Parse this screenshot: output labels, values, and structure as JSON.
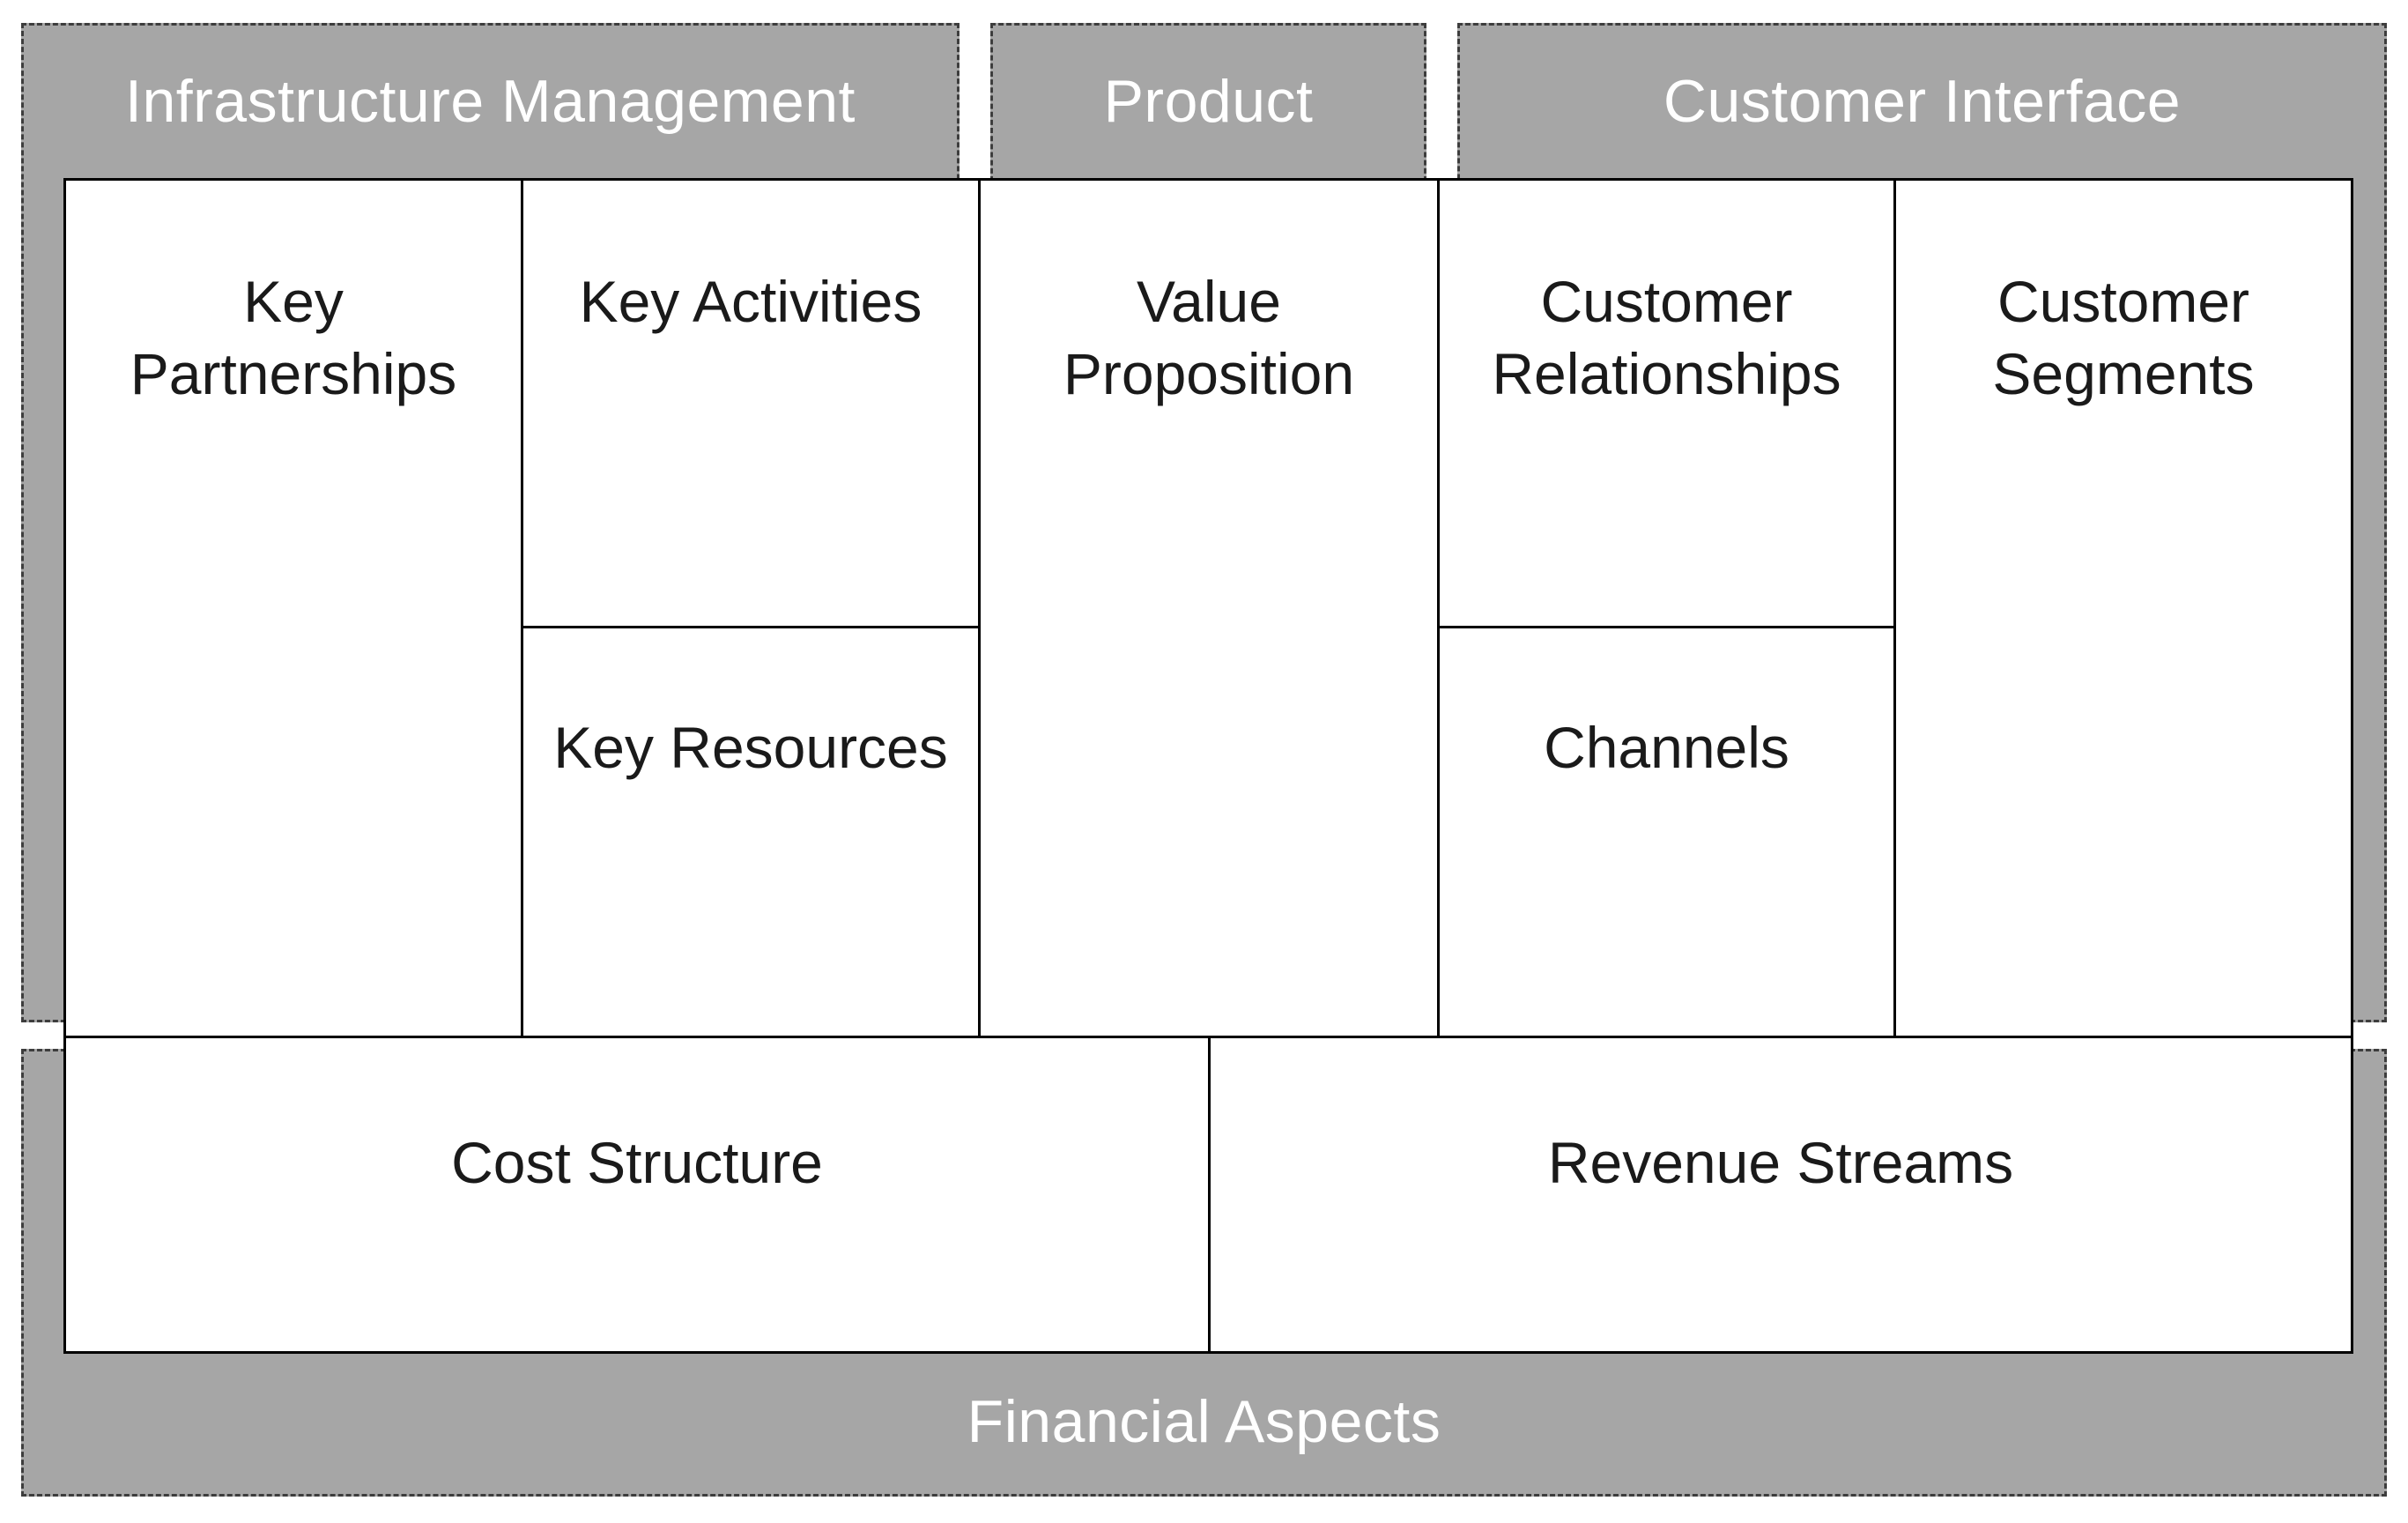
{
  "groups": {
    "infrastructure": "Infrastructure Management",
    "product": "Product",
    "customer": "Customer Interface",
    "financial": "Financial Aspects"
  },
  "blocks": {
    "key_partnerships": "Key\nPartnerships",
    "key_activities": "Key Activities",
    "key_resources": "Key Resources",
    "value_proposition": "Value\nProposition",
    "customer_relationships": "Customer\nRelationships",
    "channels": "Channels",
    "customer_segments": "Customer\nSegments",
    "cost_structure": "Cost Structure",
    "revenue_streams": "Revenue Streams"
  },
  "colors": {
    "group_fill": "#a6a6a6",
    "group_border": "#3d3d3d",
    "group_text": "#ffffff",
    "box_fill": "#ffffff",
    "box_border": "#000000",
    "box_text": "#1a1a1a"
  }
}
